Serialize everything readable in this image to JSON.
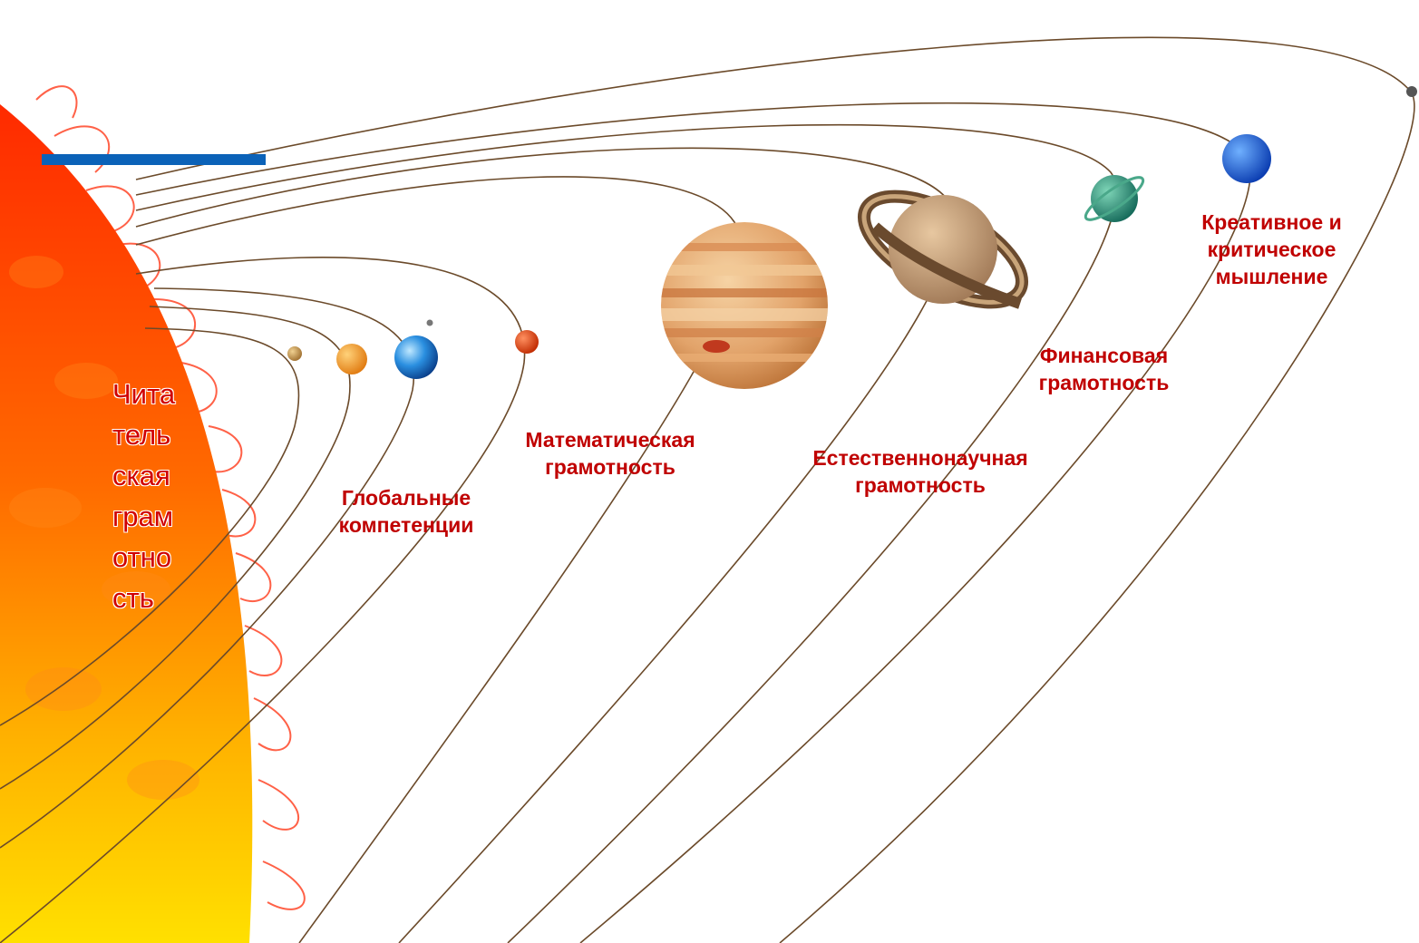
{
  "sun": {
    "label_lines": [
      "Чита",
      "тель",
      "ская",
      "грам",
      "отно",
      "сть"
    ]
  },
  "labels": {
    "global": [
      "Глобальные",
      "компетенции"
    ],
    "math": [
      "Математическая",
      "грамотность"
    ],
    "science": [
      "Естественнонаучная",
      "грамотность"
    ],
    "finance": [
      "Финансовая",
      "грамотность"
    ],
    "creative": [
      "Креативное и",
      "критическое",
      "мышление"
    ]
  },
  "colors": {
    "label_red": "#c00000",
    "accent_blue": "#0b62b8",
    "orbit_line": "#6b4a2a"
  }
}
